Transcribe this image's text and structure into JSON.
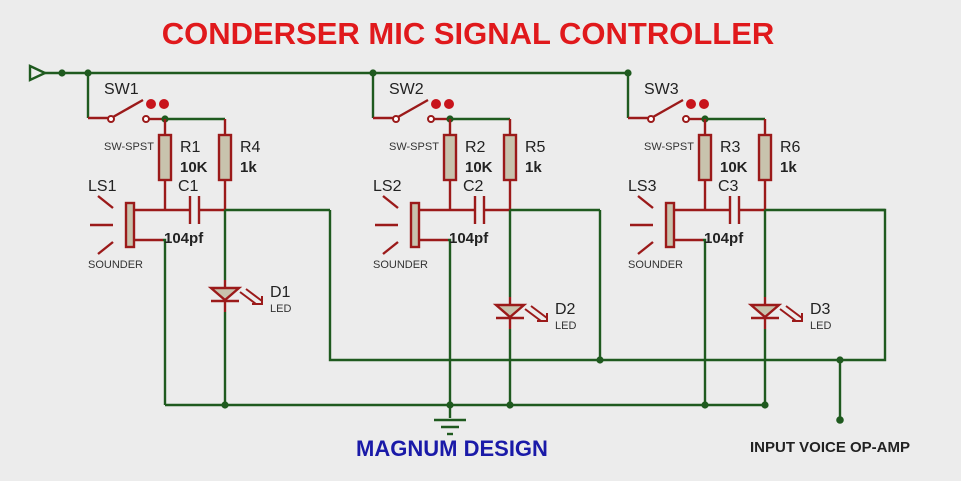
{
  "title": "CONDERSER MIC SIGNAL CONTROLLER",
  "brand": "MAGNUM DESIGN",
  "output_label": "INPUT VOICE OP-AMP",
  "colors": {
    "title": "#e0191c",
    "brand": "#1a1aa8",
    "wire": "#1f5a1f",
    "component": "#9b1a1a",
    "body": "#c8c3ad"
  },
  "stages": [
    {
      "switch": {
        "ref": "SW1",
        "type": "SW-SPST"
      },
      "r_a": {
        "ref": "R1",
        "value": "10K"
      },
      "r_b": {
        "ref": "R4",
        "value": "1k"
      },
      "sounder": {
        "ref": "LS1",
        "type": "SOUNDER"
      },
      "cap": {
        "ref": "C1",
        "value": "104pf"
      },
      "led": {
        "ref": "D1",
        "type": "LED"
      }
    },
    {
      "switch": {
        "ref": "SW2",
        "type": "SW-SPST"
      },
      "r_a": {
        "ref": "R2",
        "value": "10K"
      },
      "r_b": {
        "ref": "R5",
        "value": "1k"
      },
      "sounder": {
        "ref": "LS2",
        "type": "SOUNDER"
      },
      "cap": {
        "ref": "C2",
        "value": "104pf"
      },
      "led": {
        "ref": "D2",
        "type": "LED"
      }
    },
    {
      "switch": {
        "ref": "SW3",
        "type": "SW-SPST"
      },
      "r_a": {
        "ref": "R3",
        "value": "10K"
      },
      "r_b": {
        "ref": "R6",
        "value": "1k"
      },
      "sounder": {
        "ref": "LS3",
        "type": "SOUNDER"
      },
      "cap": {
        "ref": "C3",
        "value": "104pf"
      },
      "led": {
        "ref": "D3",
        "type": "LED"
      }
    }
  ]
}
